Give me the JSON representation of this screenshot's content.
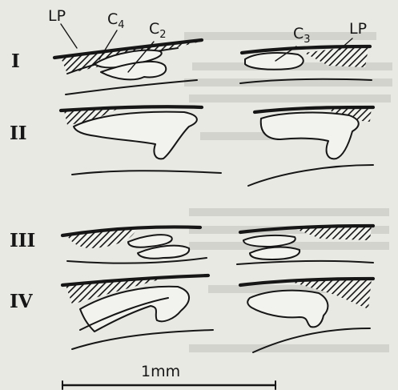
{
  "labels": {
    "lp_left": "LP",
    "lp_right": "LP",
    "c4_base": "C",
    "c4_sub": "4",
    "c2_base": "C",
    "c2_sub": "2",
    "c3_base": "C",
    "c3_sub": "3"
  },
  "rows": [
    {
      "numeral": "I"
    },
    {
      "numeral": "II"
    },
    {
      "numeral": "III"
    },
    {
      "numeral": "IV"
    }
  ],
  "scale_bar": {
    "label": "1mm"
  },
  "colors": {
    "ink": "#161616",
    "paper": "#e9e9e4"
  }
}
